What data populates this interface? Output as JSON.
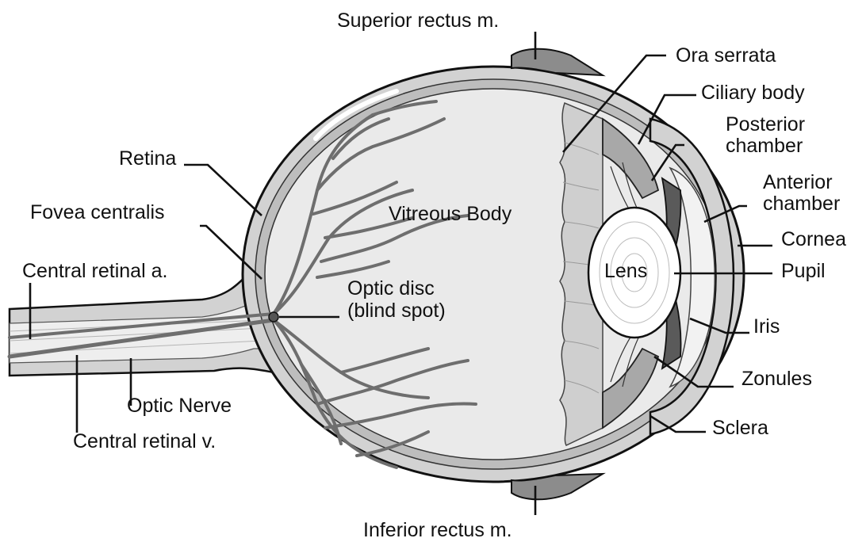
{
  "labels": {
    "superior_rectus": "Superior rectus m.",
    "inferior_rectus": "Inferior rectus m.",
    "ora_serrata": "Ora serrata",
    "ciliary_body": "Ciliary body",
    "posterior_chamber_1": "Posterior",
    "posterior_chamber_2": "chamber",
    "anterior_chamber_1": "Anterior",
    "anterior_chamber_2": "chamber",
    "cornea": "Cornea",
    "pupil": "Pupil",
    "iris": "Iris",
    "zonules": "Zonules",
    "sclera": "Sclera",
    "retina": "Retina",
    "fovea_centralis": "Fovea centralis",
    "central_retinal_a": "Central retinal a.",
    "central_retinal_v": "Central retinal v.",
    "optic_nerve": "Optic Nerve",
    "optic_disc_1": "Optic disc",
    "optic_disc_2": "(blind spot)",
    "vitreous_body": "Vitreous Body",
    "lens": "Lens"
  },
  "colors": {
    "outline": "#111111",
    "sclera_fill": "#d2d2d2",
    "vitreous_fill": "#eaeaea",
    "vessel": "#6e6e6e",
    "muscle": "#8c8c8c",
    "iris_fill": "#5a5a5a",
    "lens_fill": "#ffffff"
  }
}
